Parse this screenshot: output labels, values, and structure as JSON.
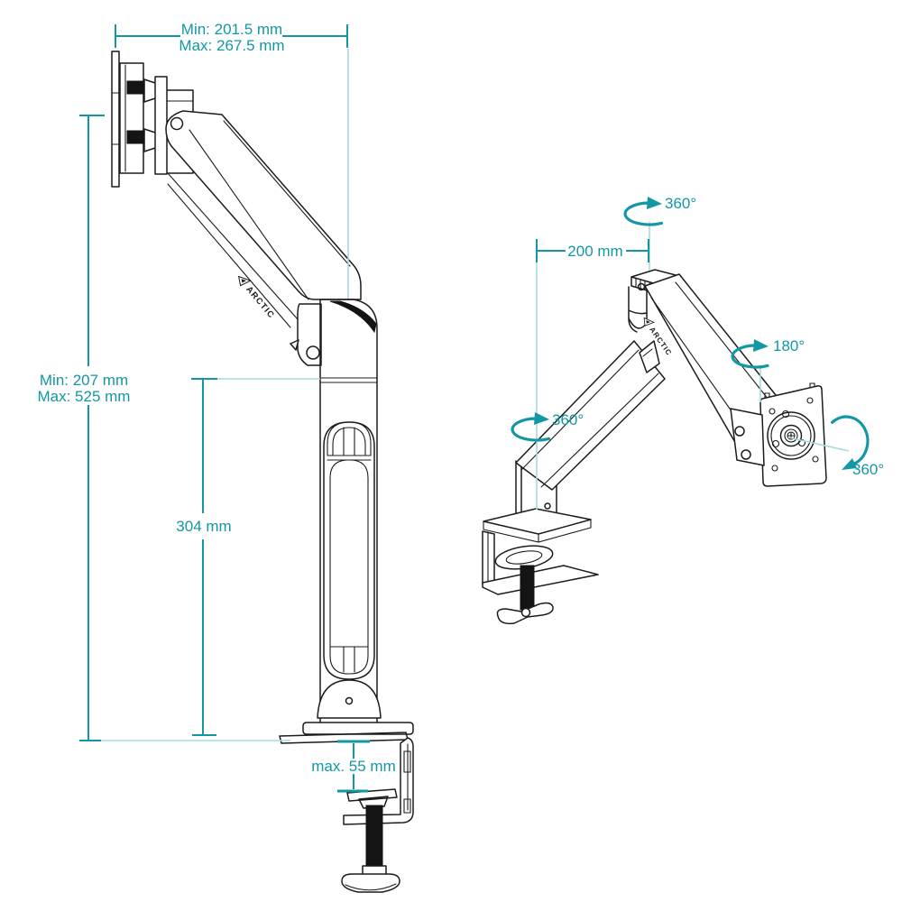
{
  "brand": {
    "name": "ARCTIC"
  },
  "colors": {
    "accent": "#1397a5",
    "accent_light": "#a9d9df",
    "line": "#1c1c1c",
    "background": "#ffffff",
    "screw_fill": "#141414"
  },
  "left_view": {
    "dim_width": {
      "line1": "Min: 201.5 mm",
      "line2": "Max: 267.5 mm"
    },
    "dim_height": {
      "line1": "Min: 207 mm",
      "line2": "Max: 525 mm"
    },
    "dim_column": {
      "label": "304 mm"
    },
    "dim_desk": {
      "label": "max. 55 mm"
    }
  },
  "right_view": {
    "rot_top": {
      "label": "360°"
    },
    "dim_reach": {
      "label": "200 mm"
    },
    "rot_base": {
      "label": "360°"
    },
    "rot_tilt": {
      "label": "180°"
    },
    "rot_vesa": {
      "label": "360°"
    }
  }
}
